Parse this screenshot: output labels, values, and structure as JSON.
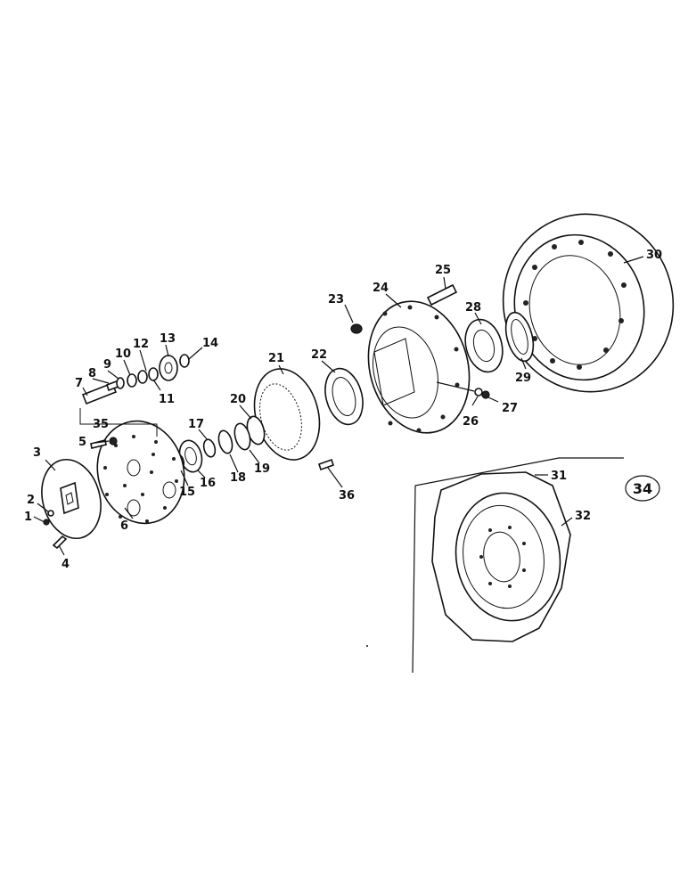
{
  "callouts": {
    "c1": "1",
    "c2": "2",
    "c3": "3",
    "c4": "4",
    "c5": "5",
    "c6": "6",
    "c7": "7",
    "c8": "8",
    "c9": "9",
    "c10": "10",
    "c11": "11",
    "c12": "12",
    "c13": "13",
    "c14": "14",
    "c15": "15",
    "c16": "16",
    "c17": "17",
    "c18": "18",
    "c19": "19",
    "c20": "20",
    "c21": "21",
    "c22": "22",
    "c23": "23",
    "c24": "24",
    "c25": "25",
    "c26": "26",
    "c27": "27",
    "c28": "28",
    "c29": "29",
    "c30": "30",
    "c31": "31",
    "c32": "32",
    "c35": "35",
    "c36": "36"
  },
  "group_badge": "34"
}
